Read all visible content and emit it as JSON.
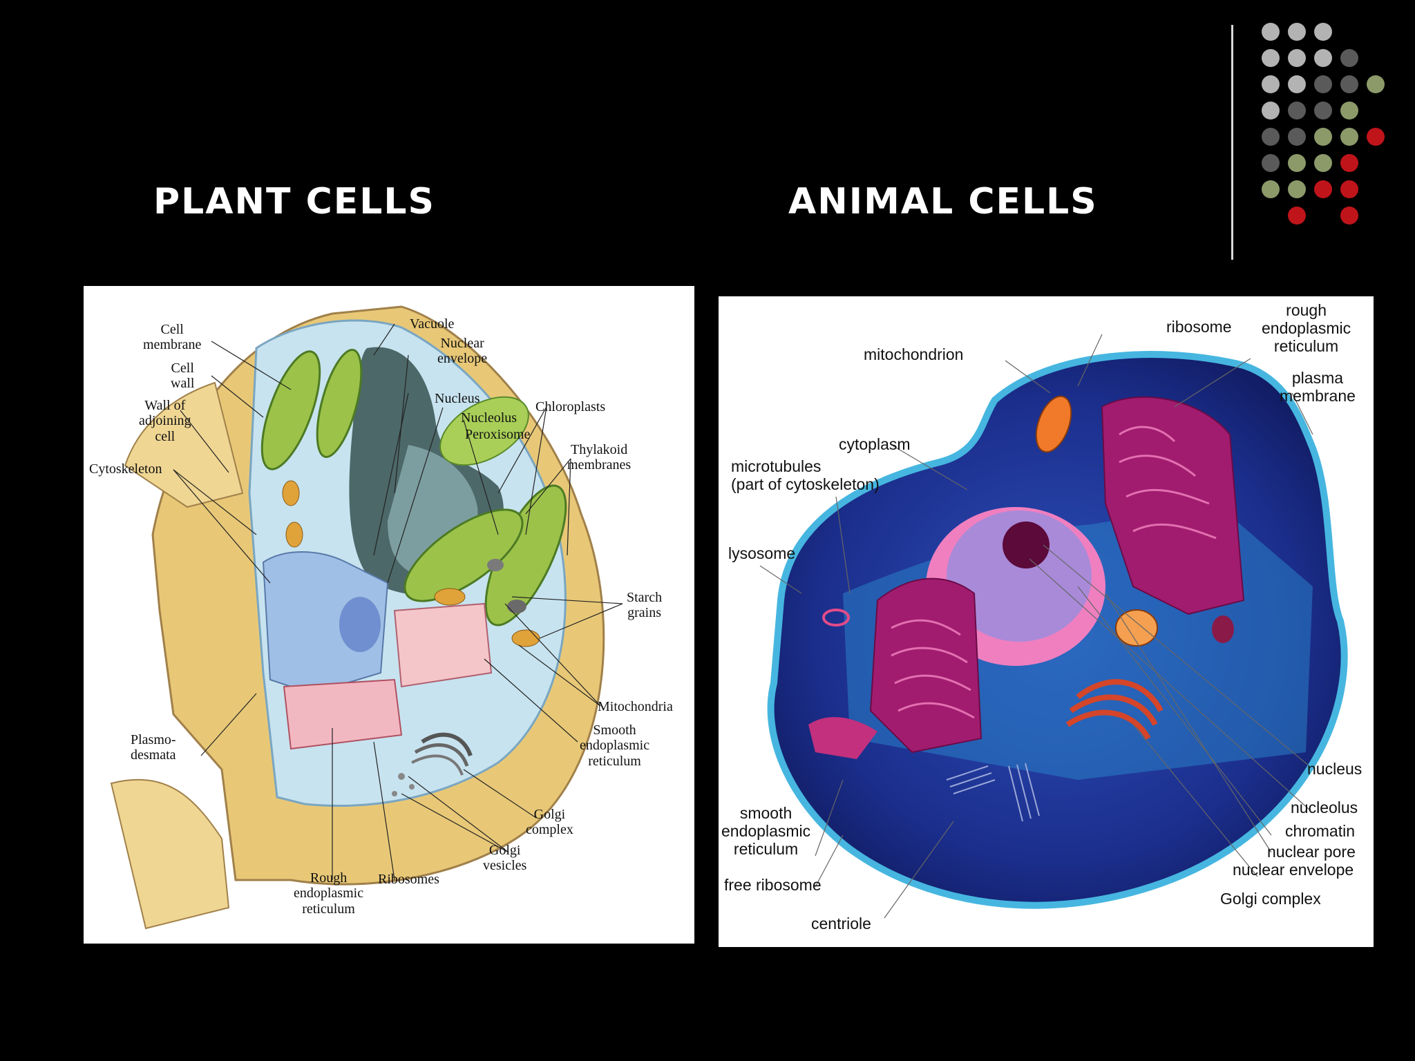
{
  "headings": {
    "plant": "PLANT CELLS",
    "animal": "ANIMAL CELLS"
  },
  "colors": {
    "background": "#000000",
    "heading": "#ffffff",
    "divider": "#d9d9d9",
    "dot_light_gray": "#b3b3b3",
    "dot_dark_gray": "#5a5a5a",
    "dot_olive": "#8c9a6a",
    "dot_red": "#c0141b"
  },
  "decoration": {
    "dot_grid": [
      [
        "light",
        "light",
        "light",
        "",
        "",
        ""
      ],
      [
        "light",
        "light",
        "light",
        "dark",
        "",
        ""
      ],
      [
        "light",
        "light",
        "dark",
        "dark",
        "olive",
        ""
      ],
      [
        "light",
        "dark",
        "dark",
        "olive",
        "",
        ""
      ],
      [
        "dark",
        "dark",
        "olive",
        "olive",
        "red",
        ""
      ],
      [
        "dark",
        "olive",
        "olive",
        "red",
        "",
        ""
      ],
      [
        "olive",
        "olive",
        "red",
        "red",
        "",
        ""
      ],
      [
        "",
        "red",
        "",
        "red",
        "",
        ""
      ]
    ]
  },
  "plant_cell": {
    "labels": {
      "cell_membrane": "Cell\nmembrane",
      "cell_wall": "Cell\nwall",
      "wall_adjoining": "Wall of\nadjoining\ncell",
      "cytoskeleton": "Cytoskeleton",
      "vacuole": "Vacuole",
      "nuclear_envelope": "Nuclear\nenvelope",
      "nucleus": "Nucleus",
      "nucleolus": "Nucleolus",
      "peroxisome": "Peroxisome",
      "chloroplasts": "Chloroplasts",
      "thylakoid": "Thylakoid\nmembranes",
      "starch": "Starch\ngrains",
      "mitochondria": "Mitochondria",
      "smooth_er": "Smooth\nendoplasmic\nreticulum",
      "golgi_complex": "Golgi\ncomplex",
      "golgi_vesicles": "Golgi\nvesicles",
      "ribosomes": "Ribosomes",
      "rough_er": "Rough\nendoplasmic\nreticulum",
      "plasmodesmata": "Plasmo-\ndesmata"
    }
  },
  "animal_cell": {
    "labels": {
      "ribosome": "ribosome",
      "rough_er": "rough\nendoplasmic\nreticulum",
      "mitochondrion": "mitochondrion",
      "plasma_membrane": "plasma\nmembrane",
      "cytoplasm": "cytoplasm",
      "microtubules": "microtubules\n(part of cytoskeleton)",
      "lysosome": "lysosome",
      "nucleus": "nucleus",
      "nucleolus": "nucleolus",
      "chromatin": "chromatin",
      "nuclear_pore": "nuclear pore",
      "nuclear_envelope": "nuclear envelope",
      "golgi_complex": "Golgi complex",
      "smooth_er": "smooth\nendoplasmic\nreticulum",
      "free_ribosome": "free ribosome",
      "centriole": "centriole"
    }
  }
}
